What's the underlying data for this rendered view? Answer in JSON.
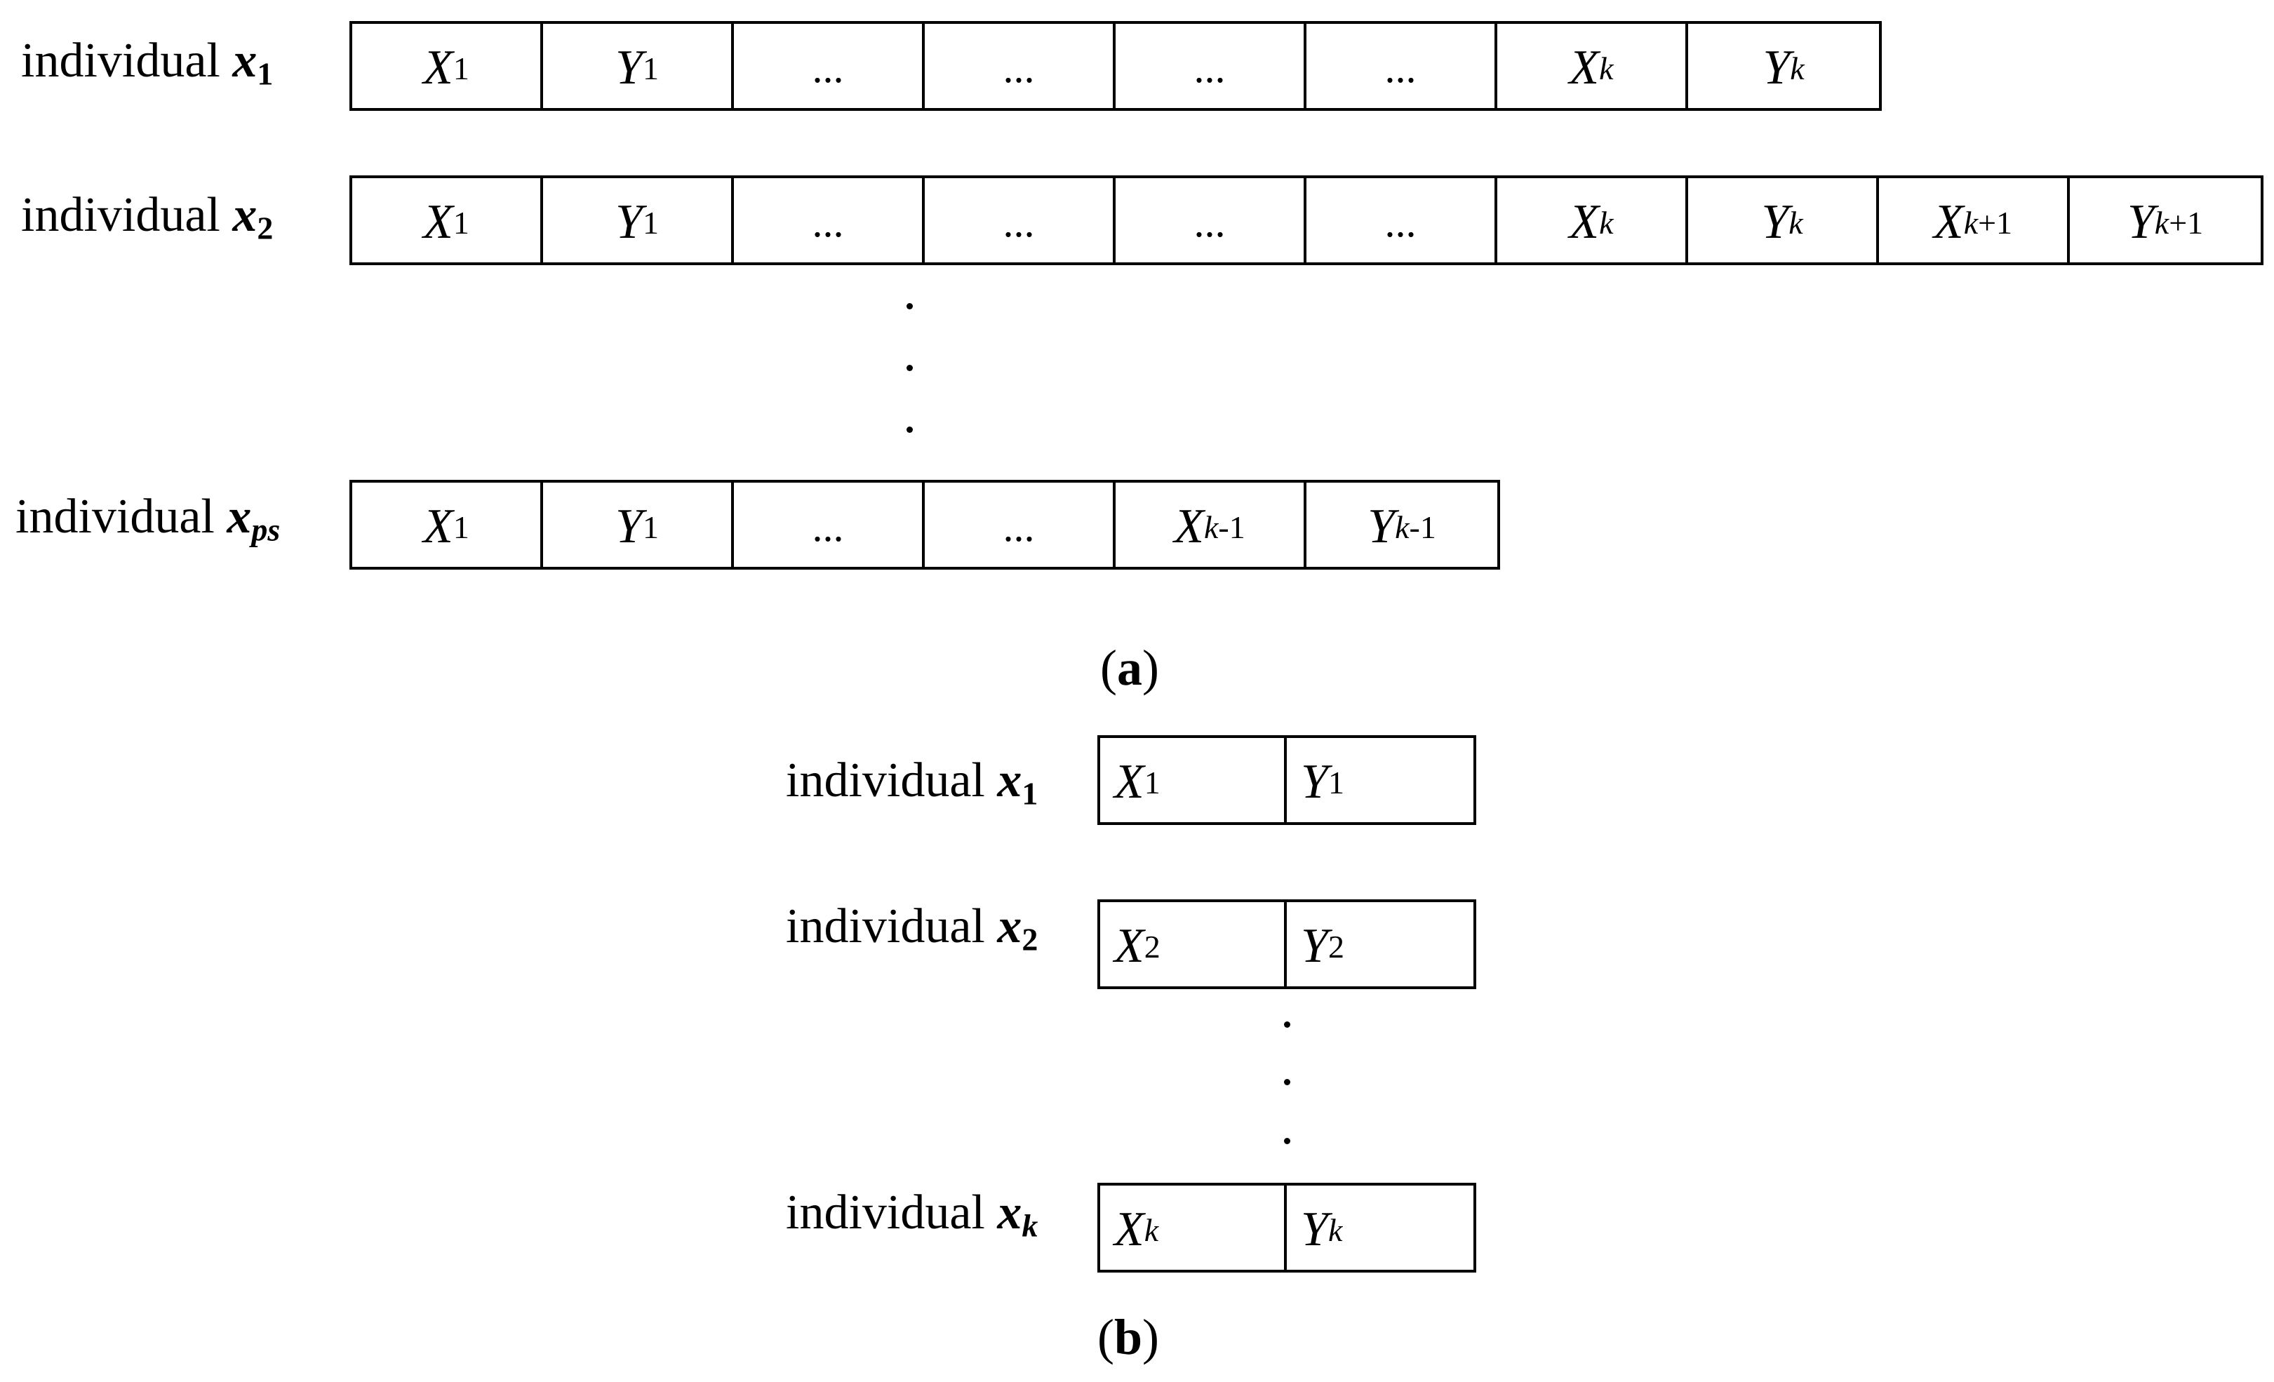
{
  "panel_a": {
    "caption_open": "(",
    "caption_letter": "a",
    "caption_close": ")",
    "rows": [
      {
        "label": "individual ",
        "var": "x",
        "var_sub": "1",
        "cells": [
          {
            "sym": "X",
            "sub": "1"
          },
          {
            "sym": "Y",
            "sub": "1"
          },
          {
            "text": "..."
          },
          {
            "text": "..."
          },
          {
            "text": "..."
          },
          {
            "text": "..."
          },
          {
            "sym": "X",
            "sub": "k"
          },
          {
            "sym": "Y",
            "sub": "k"
          }
        ]
      },
      {
        "label": "individual ",
        "var": "x",
        "var_sub": "2",
        "cells": [
          {
            "sym": "X",
            "sub": "1"
          },
          {
            "sym": "Y",
            "sub": "1"
          },
          {
            "text": "..."
          },
          {
            "text": "..."
          },
          {
            "text": "..."
          },
          {
            "text": "..."
          },
          {
            "sym": "X",
            "sub": "k"
          },
          {
            "sym": "Y",
            "sub": "k"
          },
          {
            "sym": "X",
            "sub": "k",
            "sub_suffix": "+1"
          },
          {
            "sym": "Y",
            "sub": "k",
            "sub_suffix": "+1"
          }
        ]
      },
      {
        "label": "individual ",
        "var": "x",
        "var_sub": "ps",
        "cells": [
          {
            "sym": "X",
            "sub": "1"
          },
          {
            "sym": "Y",
            "sub": "1"
          },
          {
            "text": "..."
          },
          {
            "text": "..."
          },
          {
            "sym": "X",
            "sub": "k",
            "sub_suffix": "-1"
          },
          {
            "sym": "Y",
            "sub": "k",
            "sub_suffix": "-1"
          }
        ]
      }
    ]
  },
  "panel_b": {
    "caption_open": "(",
    "caption_letter": "b",
    "caption_close": ")",
    "rows": [
      {
        "label": "individual ",
        "var": "x",
        "var_sub": "1",
        "cells": [
          {
            "sym": "X",
            "sub": "1"
          },
          {
            "sym": "Y",
            "sub": "1"
          }
        ]
      },
      {
        "label": "individual ",
        "var": "x",
        "var_sub": "2",
        "cells": [
          {
            "sym": "X",
            "sub": "2"
          },
          {
            "sym": "Y",
            "sub": "2"
          }
        ]
      },
      {
        "label": "individual ",
        "var": "x",
        "var_sub": "k",
        "cells": [
          {
            "sym": "X",
            "sub": "k"
          },
          {
            "sym": "Y",
            "sub": "k"
          }
        ]
      }
    ]
  }
}
